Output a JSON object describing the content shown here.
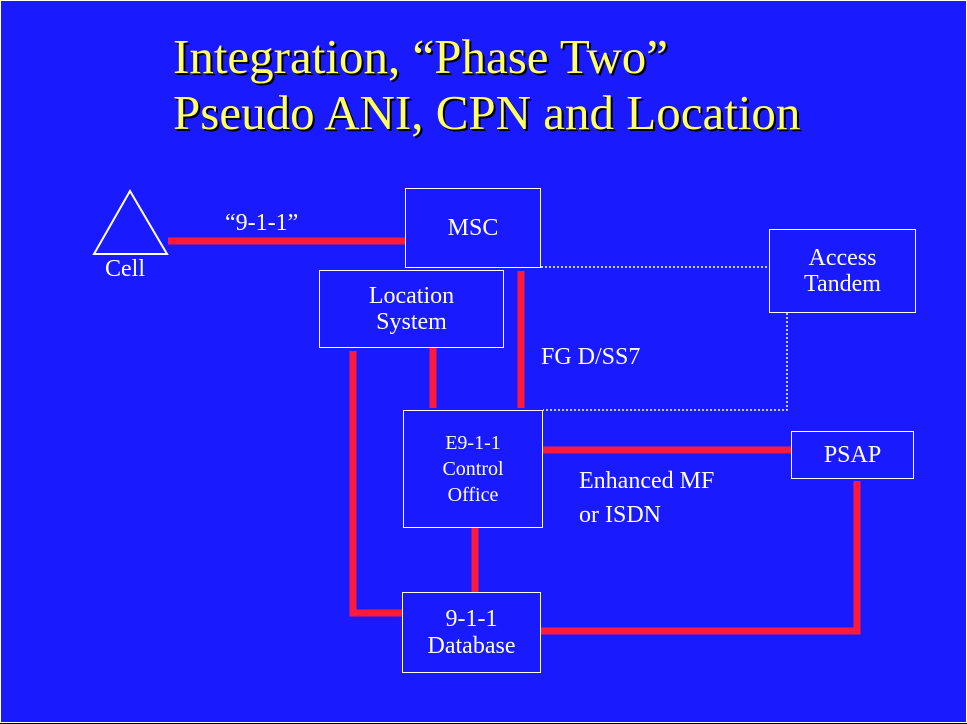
{
  "title": {
    "line1": "Integration, “Phase Two”",
    "line2": "Pseudo ANI, CPN and Location"
  },
  "nodes": {
    "cell": "Cell",
    "msc": "MSC",
    "access_tandem": {
      "line1": "Access",
      "line2": "Tandem"
    },
    "location_system": {
      "line1": "Location",
      "line2": "System"
    },
    "control_office": {
      "line1": "E9-1-1",
      "line2": "Control",
      "line3": "Office"
    },
    "psap": "PSAP",
    "database": {
      "line1": "9-1-1",
      "line2": "Database"
    }
  },
  "edge_labels": {
    "cell_msc": "“9-1-1”",
    "msc_control": "FG D/SS7",
    "control_psap_line1": "Enhanced MF",
    "control_psap_line2": "or ISDN"
  },
  "colors": {
    "background": "#1a1aff",
    "title": "#ffff66",
    "link": "#ff1a3c",
    "box_border": "#ffffff",
    "text": "#ffffff"
  }
}
